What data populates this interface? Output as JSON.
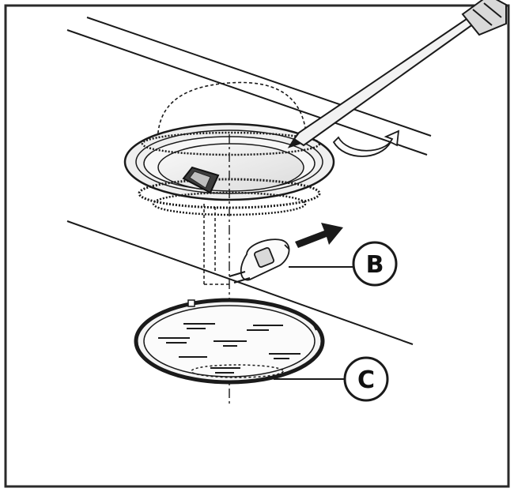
{
  "diagram": {
    "callouts": [
      {
        "id": "B",
        "label": "B"
      },
      {
        "id": "C",
        "label": "C"
      }
    ],
    "icons": [
      "screwdriver-icon",
      "rotate-arrow-icon",
      "push-arrow-icon",
      "halogen-bulb-icon",
      "lamp-housing-icon",
      "glass-cover-icon"
    ]
  },
  "colors": {
    "line": "#1a1a1a",
    "frame": "#2a2a2a",
    "fill_light": "#f2f2f2",
    "fill_mid": "#d9d9d9",
    "fill_dark": "#444444",
    "background": "#ffffff"
  }
}
